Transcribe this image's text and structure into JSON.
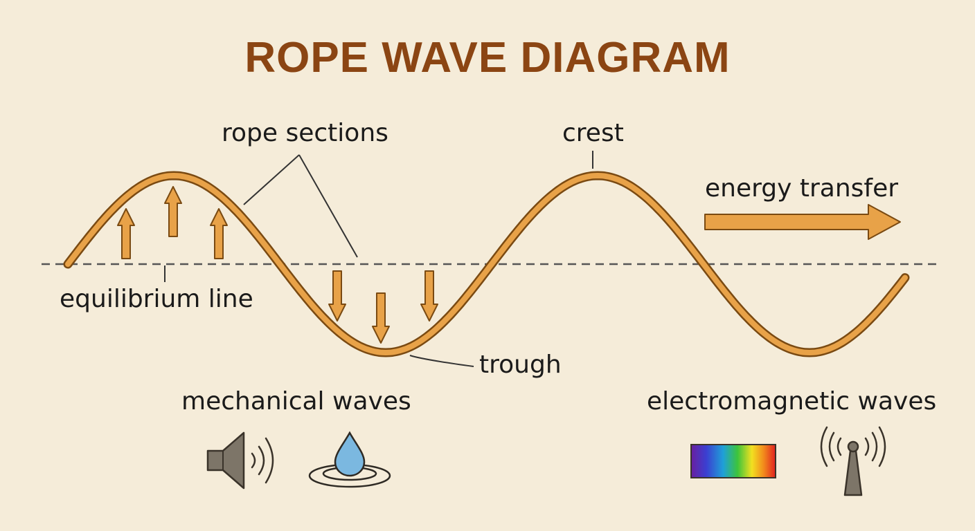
{
  "title": "ROPE WAVE DIAGRAM",
  "labels": {
    "rope_sections": "rope sections",
    "crest": "crest",
    "energy_transfer": "energy transfer",
    "equilibrium_line": "equilibrium line",
    "trough": "trough",
    "mechanical_waves": "mechanical waves",
    "electromagnetic_waves": "electromagnetic waves"
  },
  "icons": {
    "mechanical": [
      "speaker-icon",
      "water-drop-icon"
    ],
    "electromagnetic": [
      "spectrum-bar-icon",
      "radio-tower-icon"
    ]
  },
  "colors": {
    "background": "#f5ecd9",
    "title": "#8b4513",
    "rope": "#e8a248",
    "rope_outline": "#7a4a12",
    "equilibrium": "#555555",
    "water": "#7bb8e0"
  }
}
